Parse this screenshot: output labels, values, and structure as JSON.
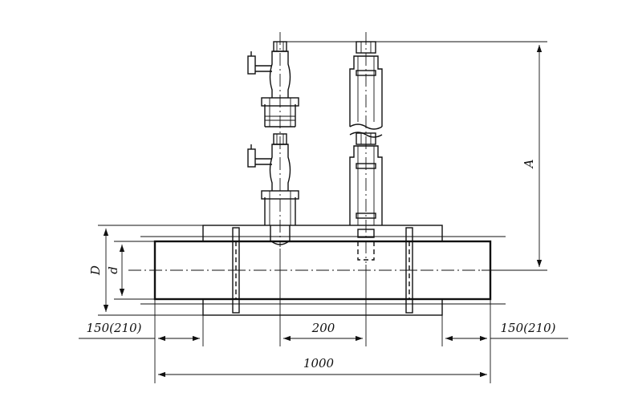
{
  "labels": {
    "dim_a": "A",
    "dim_d_outer": "D",
    "dim_d_inner": "d",
    "dim_left": "150(210)",
    "dim_right": "150(210)",
    "dim_middle": "200",
    "dim_total": "1000"
  }
}
